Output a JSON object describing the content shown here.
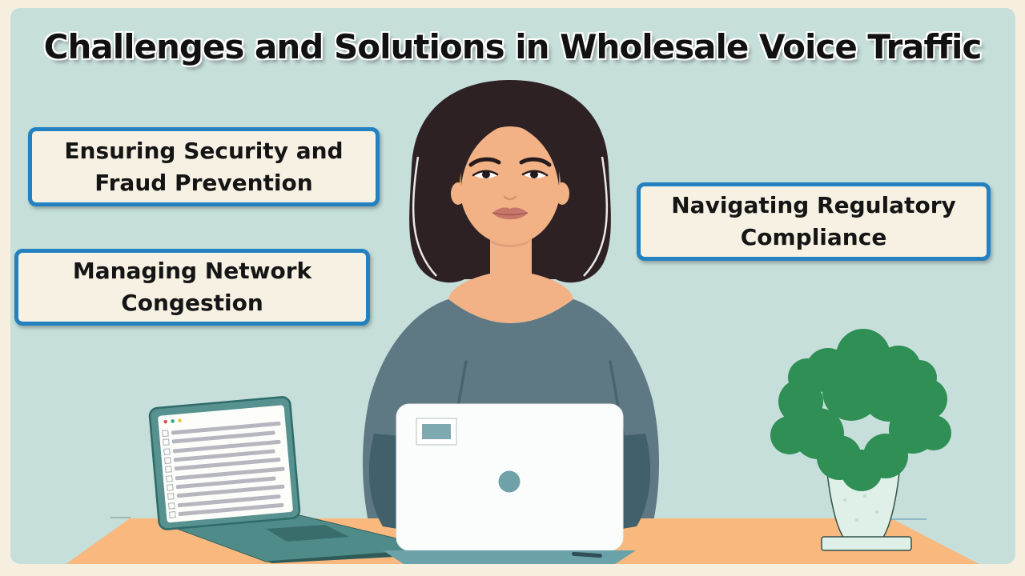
{
  "title": "Challenges and Solutions in Wholesale Voice Traffic",
  "callouts": {
    "security": "Ensuring Security and\nFraud Prevention",
    "congestion": "Managing Network\nCongestion",
    "compliance": "Navigating Regulatory\nCompliance"
  },
  "illustration": {
    "scene": "woman-working-at-desk",
    "items": [
      "woman-at-laptop",
      "checklist-laptop",
      "white-laptop",
      "potted-plant",
      "desk"
    ]
  },
  "colors": {
    "frame": "#f6efe0",
    "canvas": "#c6dfdb",
    "title_text": "#111111",
    "box_border": "#2381bf",
    "box_bg": "#f6f1e3",
    "box_text": "#151515",
    "desk": "#f9b87e",
    "sweater": "#5e7984",
    "hair": "#2e2124",
    "skin": "#f2b286",
    "laptop_teal": "#579290",
    "laptop_base": "#4f8b89",
    "screen_bar": "#b6b6be",
    "white_laptop": "#fbfdfd",
    "laptop_logo": "#6fa1a9",
    "plant_green": "#2f8f55",
    "vase": "#def0e7"
  }
}
